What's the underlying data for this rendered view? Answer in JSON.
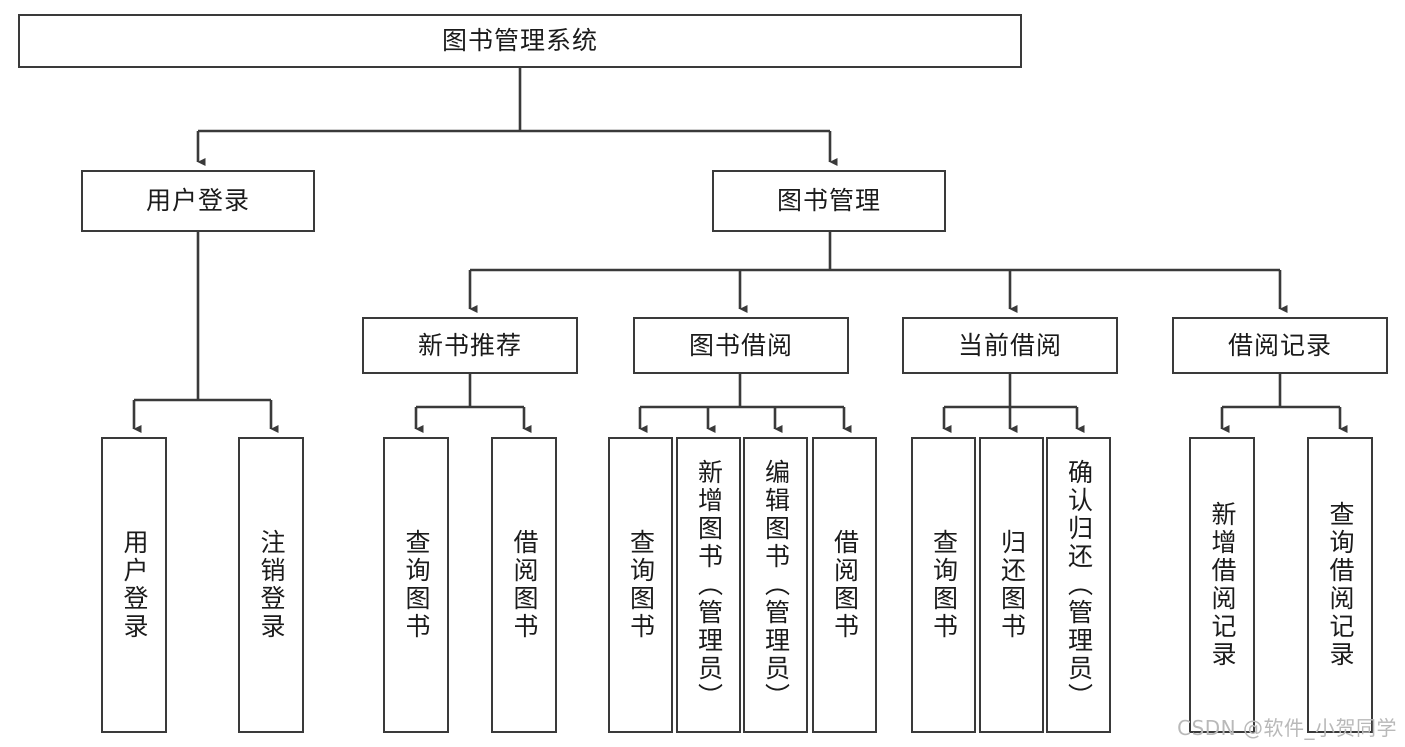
{
  "diagram": {
    "title": "图书管理系统",
    "watermark": "CSDN @软件_小贺同学",
    "accent_color": "#3a3a3a",
    "background_color": "#ffffff",
    "text_color": "#1b1b1b",
    "root": {
      "label": "图书管理系统"
    },
    "level2": [
      {
        "label": "用户登录"
      },
      {
        "label": "图书管理"
      }
    ],
    "level3": [
      {
        "label": "新书推荐"
      },
      {
        "label": "图书借阅"
      },
      {
        "label": "当前借阅"
      },
      {
        "label": "借阅记录"
      }
    ],
    "leaves": {
      "user_login": [
        {
          "label": "用户登录"
        },
        {
          "label": "注销登录"
        }
      ],
      "new_book_recommend": [
        {
          "label": "查询图书"
        },
        {
          "label": "借阅图书"
        }
      ],
      "book_borrow": [
        {
          "label": "查询图书"
        },
        {
          "label": "新增图书（管理员）"
        },
        {
          "label": "编辑图书（管理员）"
        },
        {
          "label": "借阅图书"
        }
      ],
      "current_borrow": [
        {
          "label": "查询图书"
        },
        {
          "label": "归还图书"
        },
        {
          "label": "确认归还（管理员）"
        }
      ],
      "borrow_records": [
        {
          "label": "新增借阅记录"
        },
        {
          "label": "查询借阅记录"
        }
      ]
    }
  }
}
